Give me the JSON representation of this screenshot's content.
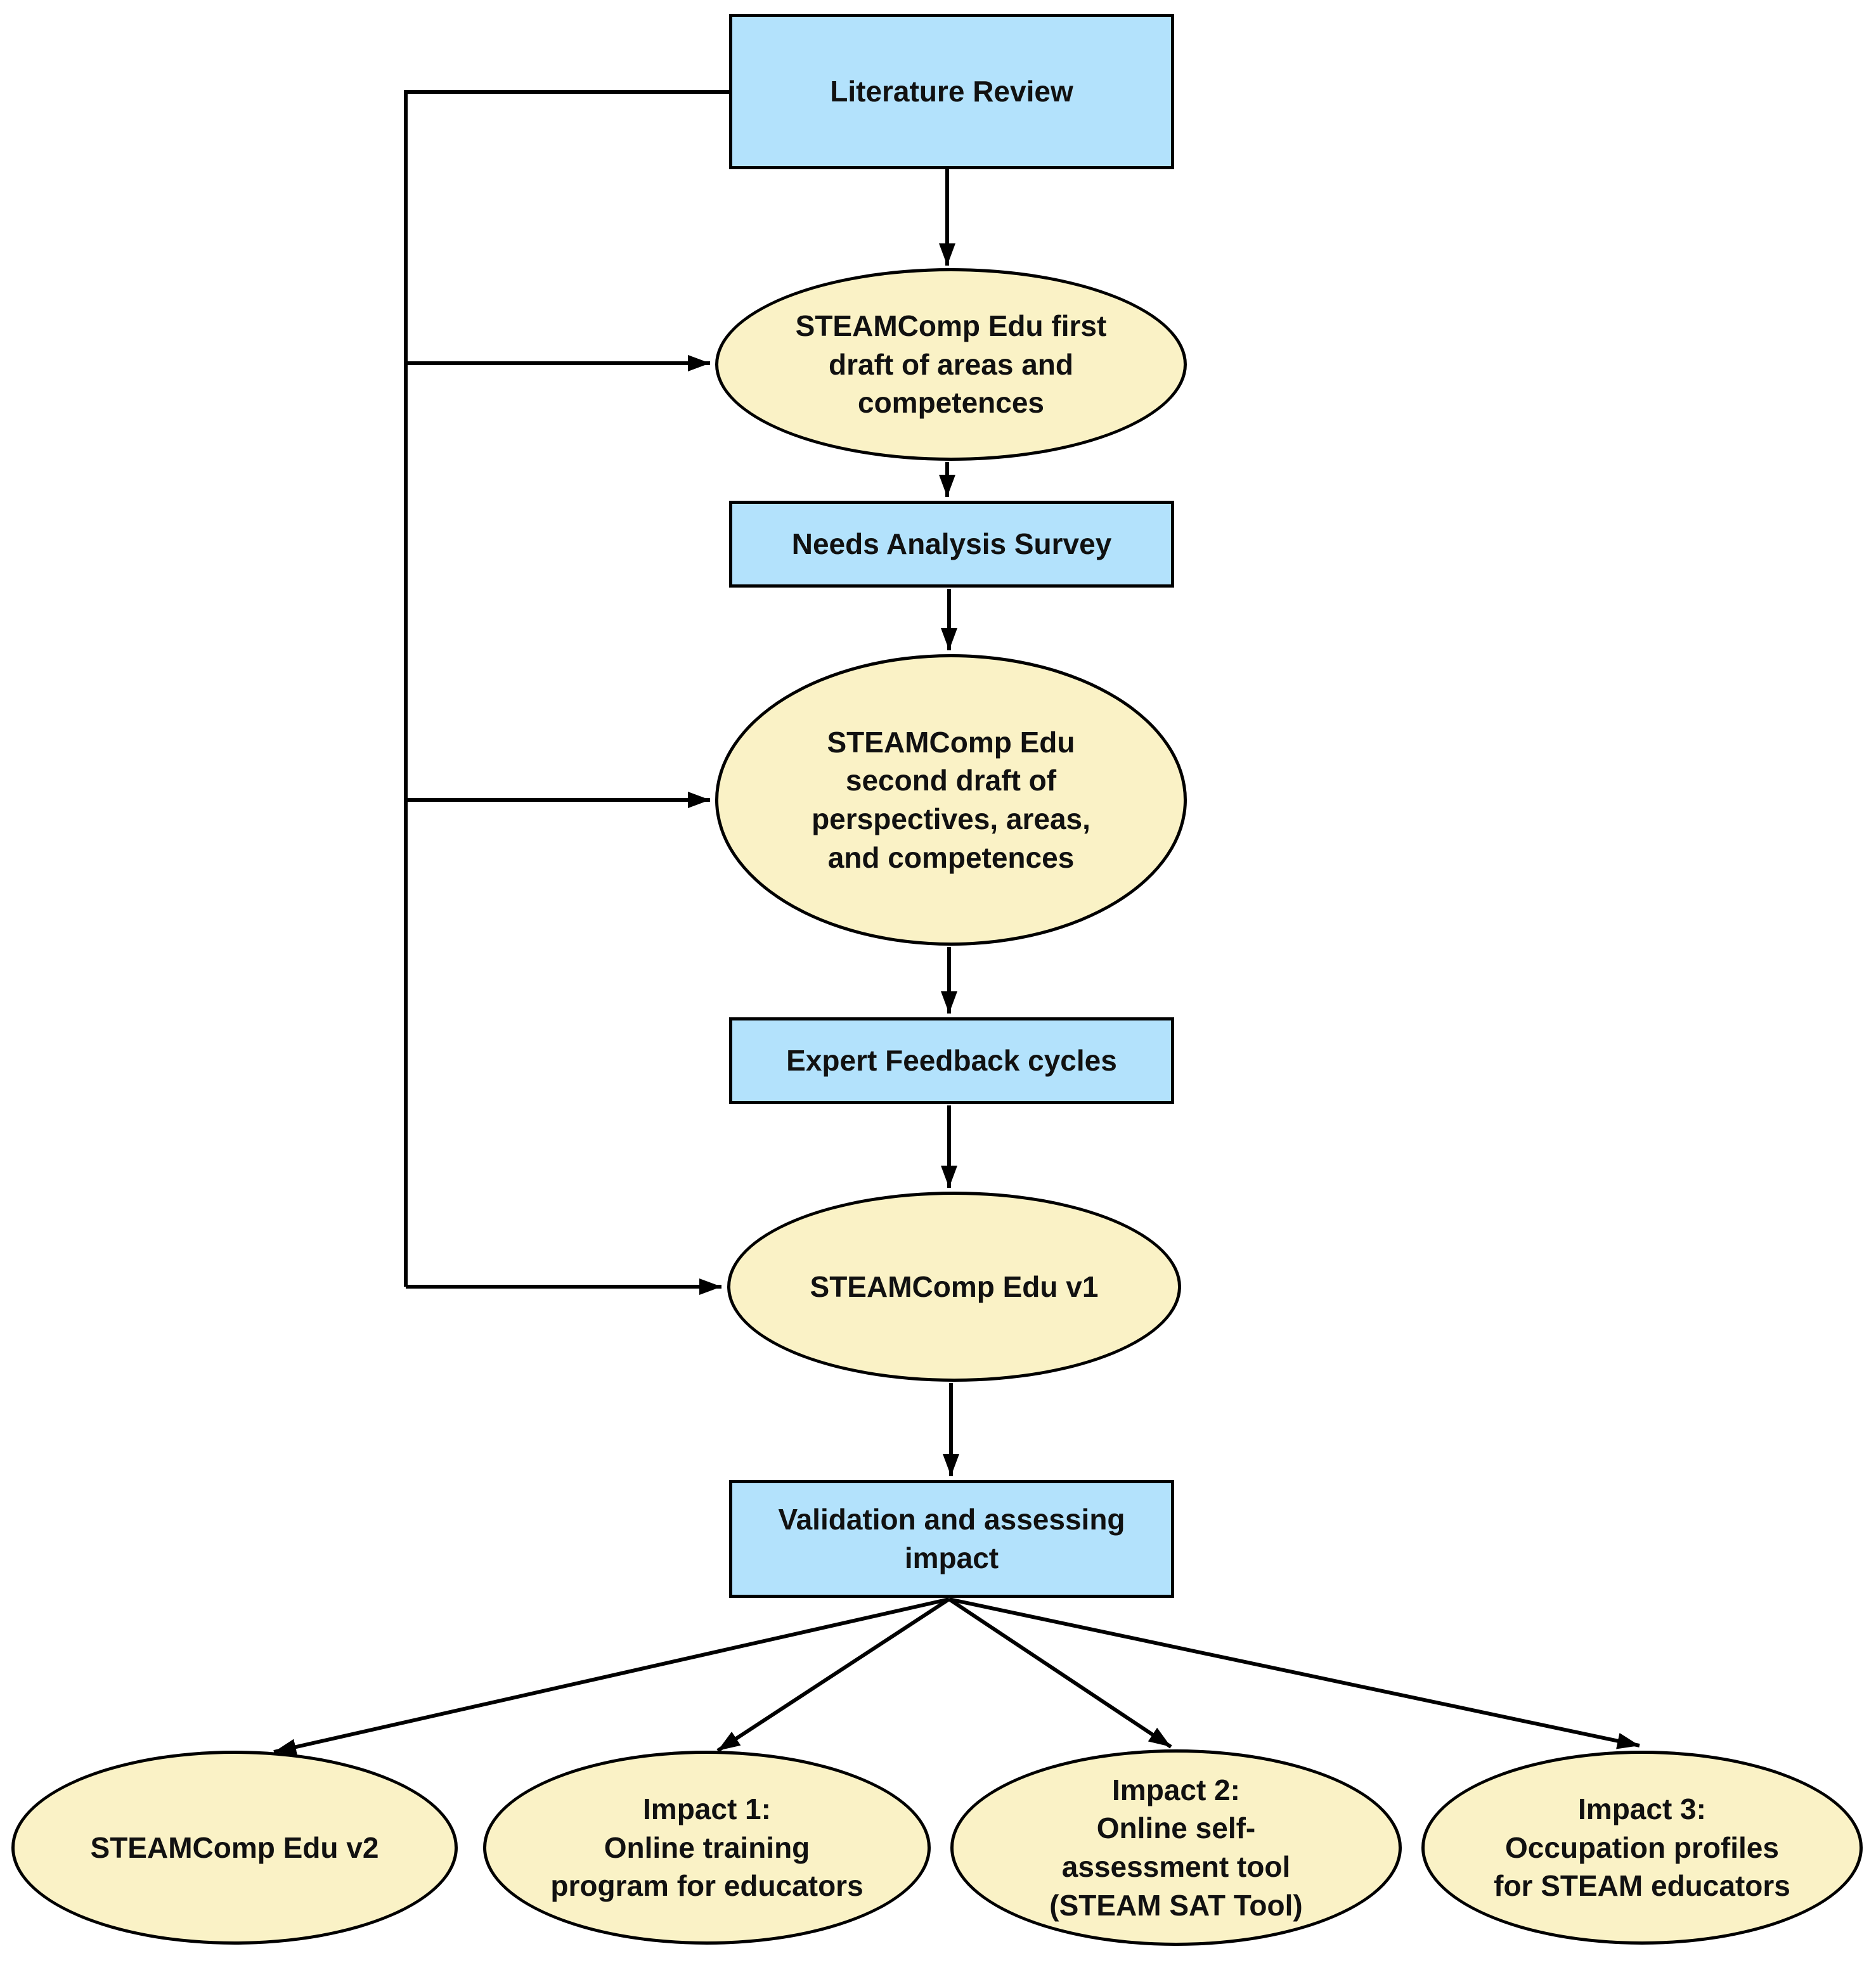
{
  "diagram": {
    "colors": {
      "process_fill": "#b3e2fc",
      "artifact_fill": "#faf2c6",
      "stroke": "#000000"
    },
    "nodes": [
      {
        "id": "literature-review",
        "shape": "rectangle",
        "label": "Literature Review"
      },
      {
        "id": "steamcomp-first-draft",
        "shape": "ellipse",
        "label": "STEAMComp Edu first\ndraft of areas and\ncompetences"
      },
      {
        "id": "needs-analysis-survey",
        "shape": "rectangle",
        "label": "Needs Analysis Survey"
      },
      {
        "id": "steamcomp-second-draft",
        "shape": "ellipse",
        "label": "STEAMComp Edu\nsecond draft of\nperspectives, areas,\nand competences"
      },
      {
        "id": "expert-feedback-cycles",
        "shape": "rectangle",
        "label": "Expert Feedback cycles"
      },
      {
        "id": "steamcomp-v1",
        "shape": "ellipse",
        "label": "STEAMComp Edu v1"
      },
      {
        "id": "validation-assessing-impact",
        "shape": "rectangle",
        "label": "Validation and assessing\nimpact"
      },
      {
        "id": "steamcomp-v2",
        "shape": "ellipse",
        "label": "STEAMComp Edu v2"
      },
      {
        "id": "impact-1",
        "shape": "ellipse",
        "label": "Impact 1:\nOnline training\nprogram for educators"
      },
      {
        "id": "impact-2",
        "shape": "ellipse",
        "label": "Impact 2:\nOnline self-\nassessment tool\n(STEAM SAT Tool)"
      },
      {
        "id": "impact-3",
        "shape": "ellipse",
        "label": "Impact 3:\nOccupation profiles\nfor STEAM educators"
      }
    ]
  }
}
